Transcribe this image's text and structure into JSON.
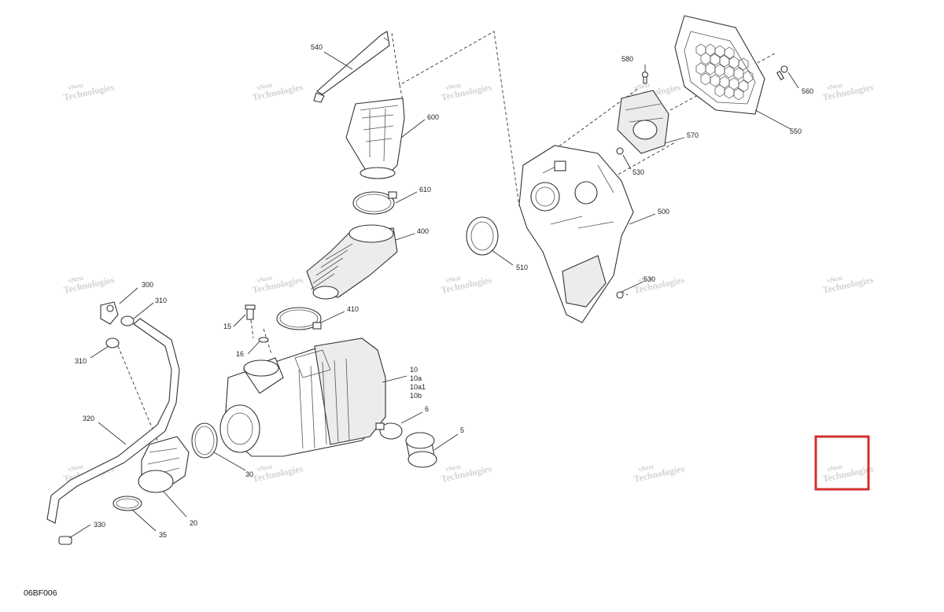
{
  "diagram": {
    "figure_code": "06BF006",
    "watermark_line1": "vNext",
    "watermark_line2": "Technologies",
    "callouts": [
      "540",
      "600",
      "610",
      "400",
      "410",
      "15",
      "16",
      "300",
      "310",
      "310",
      "320",
      "330",
      "35",
      "20",
      "30",
      "10",
      "10a",
      "10a1",
      "10b",
      "6",
      "5",
      "580",
      "560",
      "550",
      "570",
      "530",
      "500",
      "510",
      "530"
    ],
    "highlight_color": "#d32f2f"
  }
}
